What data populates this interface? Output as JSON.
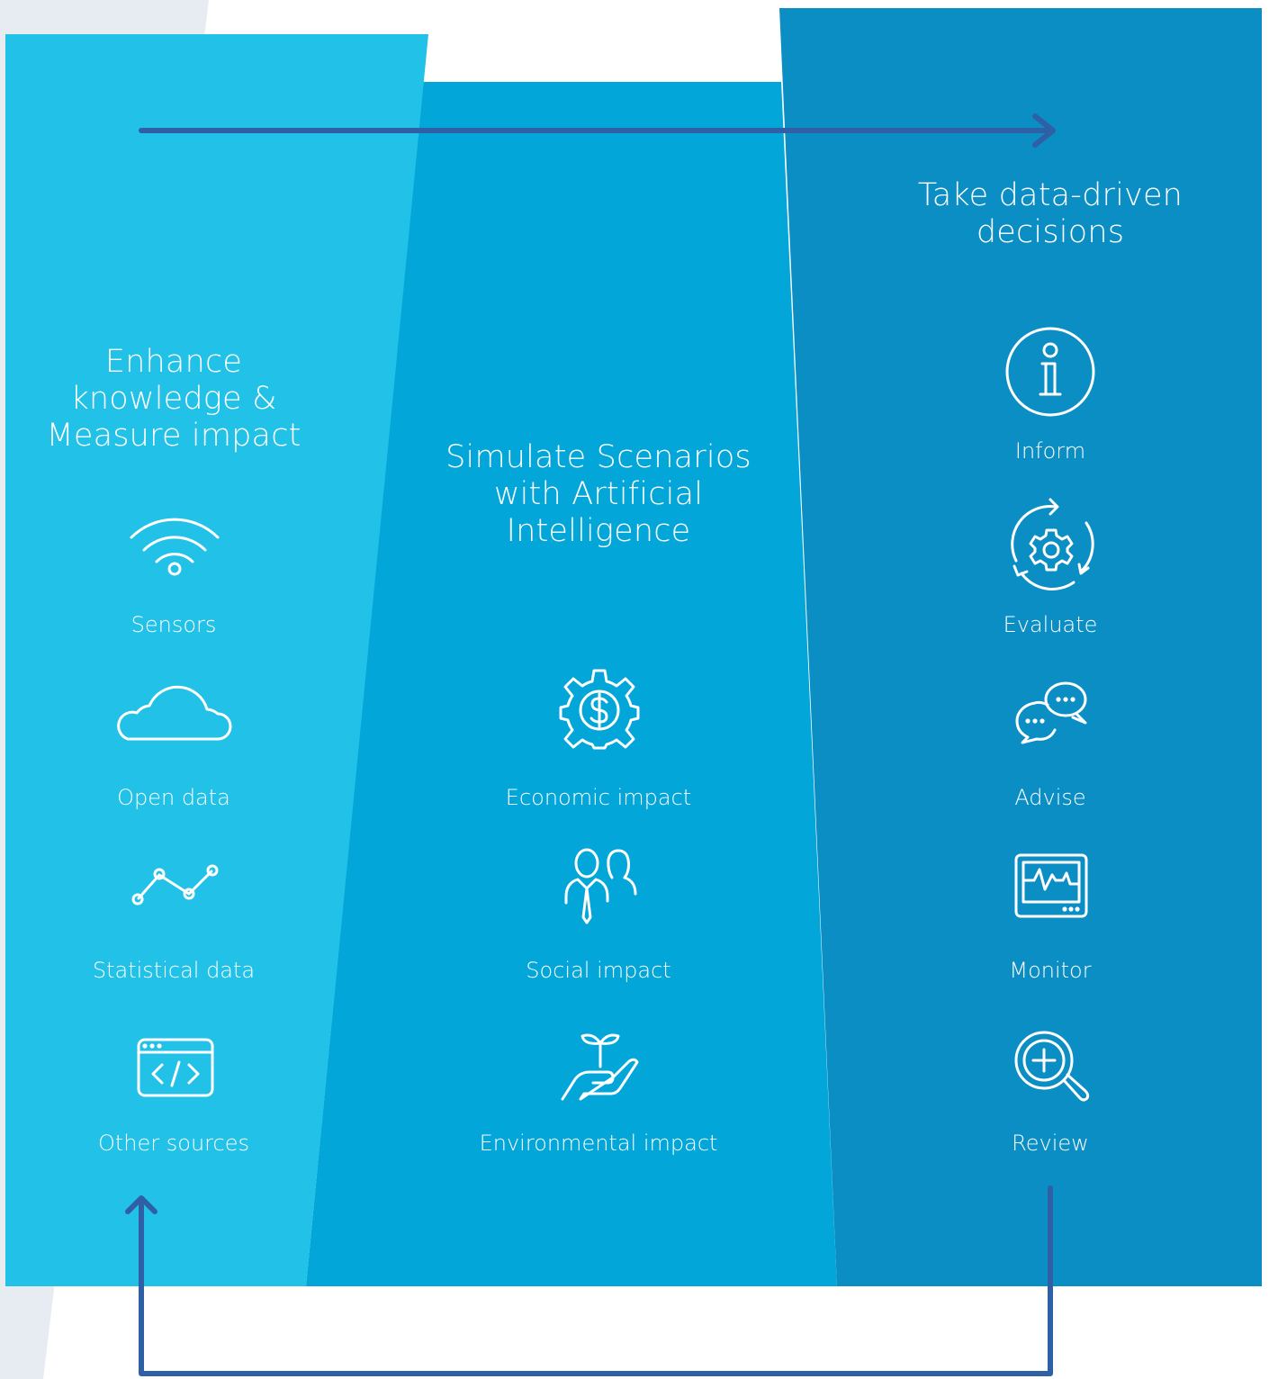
{
  "colors": {
    "left_panel": "#22c1e8",
    "middle_panel": "#02a6d8",
    "right_panel": "#0b8ec4",
    "background_wedge": "#e6ecf2",
    "arrow": "#2f5fa5",
    "text": "#ffffff"
  },
  "columns": [
    {
      "title": "Enhance knowledge & Measure impact",
      "items": [
        {
          "label": "Sensors",
          "icon": "wifi-icon"
        },
        {
          "label": "Open data",
          "icon": "cloud-icon"
        },
        {
          "label": "Statistical data",
          "icon": "line-graph-icon"
        },
        {
          "label": "Other sources",
          "icon": "code-window-icon"
        }
      ]
    },
    {
      "title": "Simulate Scenarios with Artificial Intelligence",
      "items": [
        {
          "label": "Economic impact",
          "icon": "gear-dollar-icon"
        },
        {
          "label": "Social impact",
          "icon": "people-icon"
        },
        {
          "label": "Environmental impact",
          "icon": "hand-sprout-icon"
        }
      ]
    },
    {
      "title": "Take data-driven decisions",
      "items": [
        {
          "label": "Inform",
          "icon": "info-icon"
        },
        {
          "label": "Evaluate",
          "icon": "gear-cycle-icon"
        },
        {
          "label": "Advise",
          "icon": "chat-bubbles-icon"
        },
        {
          "label": "Monitor",
          "icon": "monitor-pulse-icon"
        },
        {
          "label": "Review",
          "icon": "magnifier-plus-icon"
        }
      ]
    }
  ]
}
